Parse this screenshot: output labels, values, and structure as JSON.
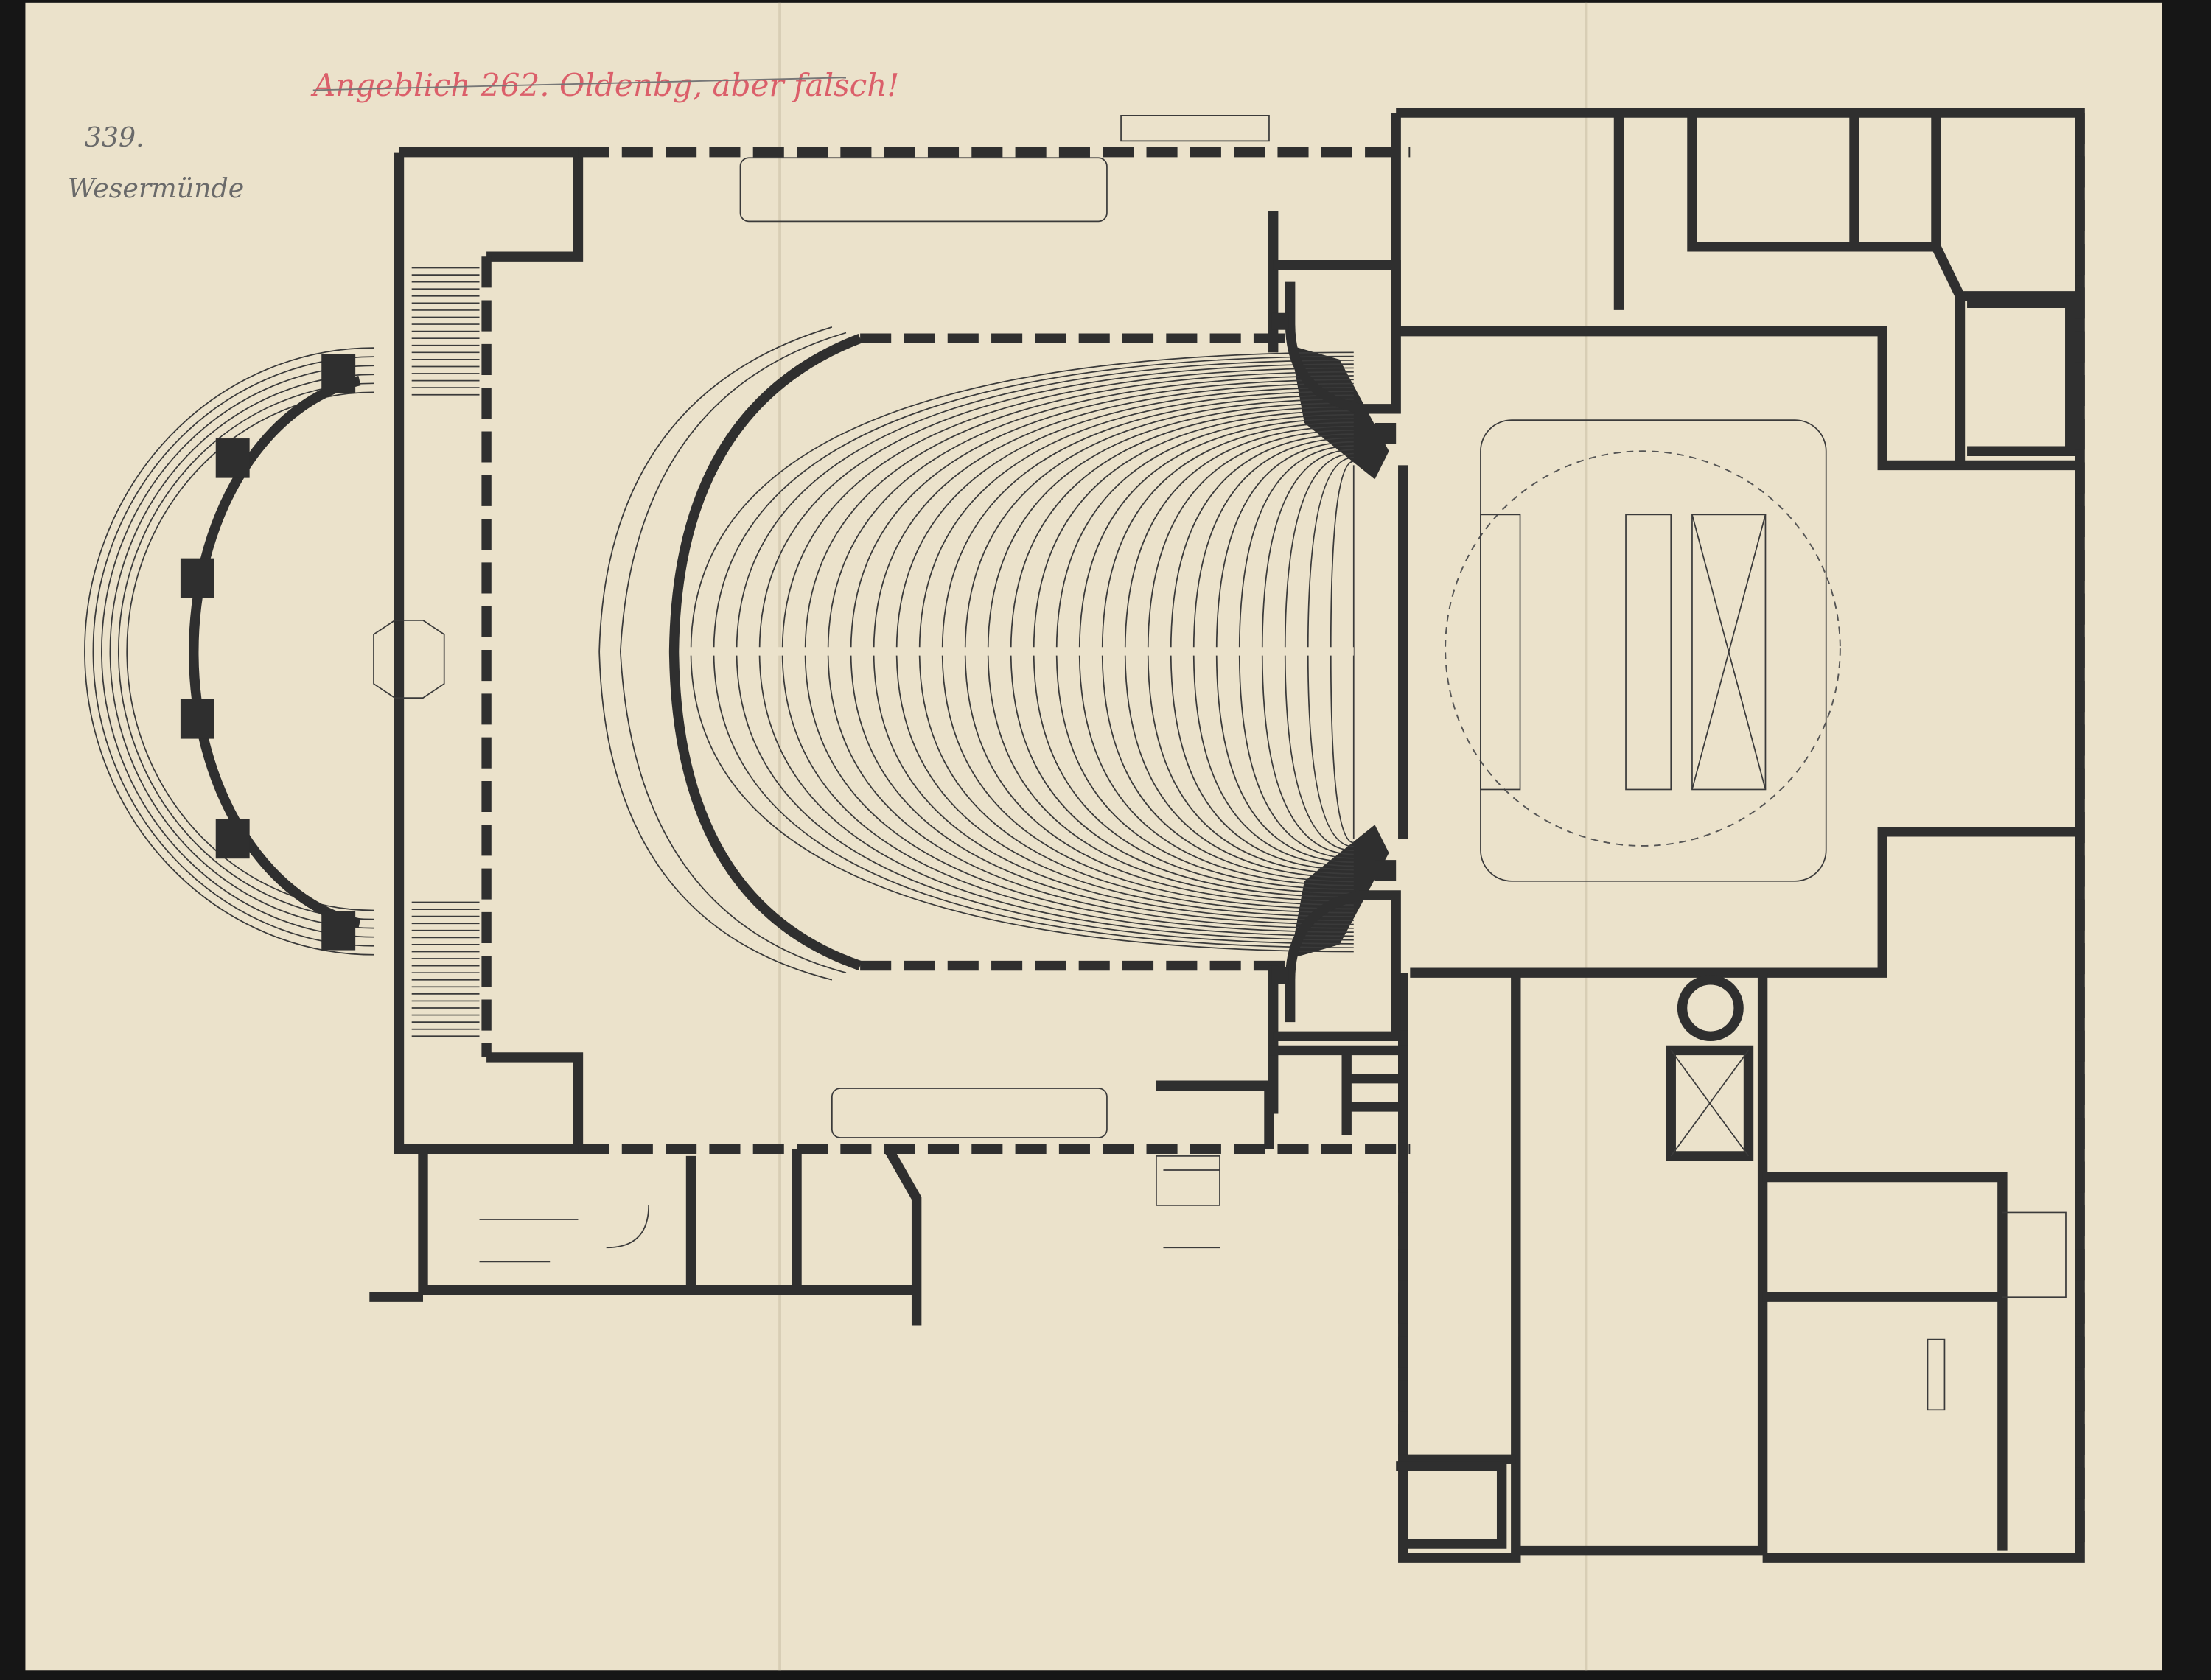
{
  "document": {
    "type": "architectural floor plan (theatre)",
    "annotations": {
      "red_note": "Angeblich 262. Oldenbg, aber falsch!",
      "catalog_number": "339.",
      "place": "Wesermünde"
    },
    "colors": {
      "paper": "#ebe2cb",
      "ink": "#2f2f2f",
      "red_pencil": "#d9495a",
      "background": "#161616"
    },
    "auditorium_rows": 30
  }
}
